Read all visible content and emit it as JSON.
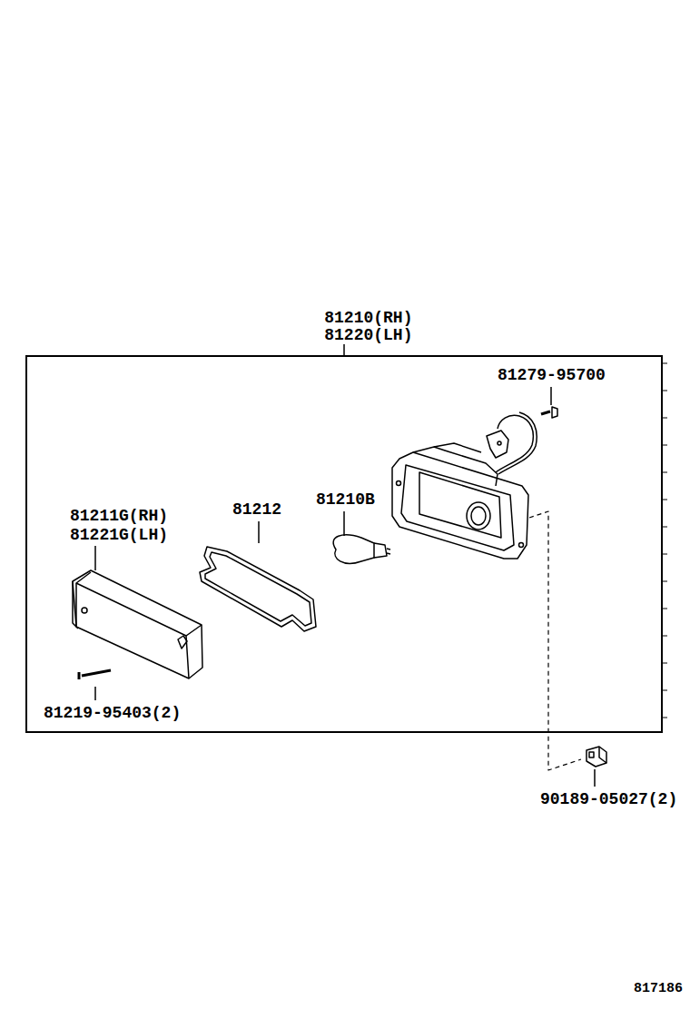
{
  "diagram": {
    "nodes": [
      {
        "text": [
          "81210(RH) 81220(LH)"
        ]
      }
    ],
    "labels": [
      "81279-95700",
      "81211G(RH)",
      "81221G(LH)",
      "81212",
      "81210B",
      "81219-95403(2)",
      "90189-05027(2)",
      "817186"
    ]
  }
}
